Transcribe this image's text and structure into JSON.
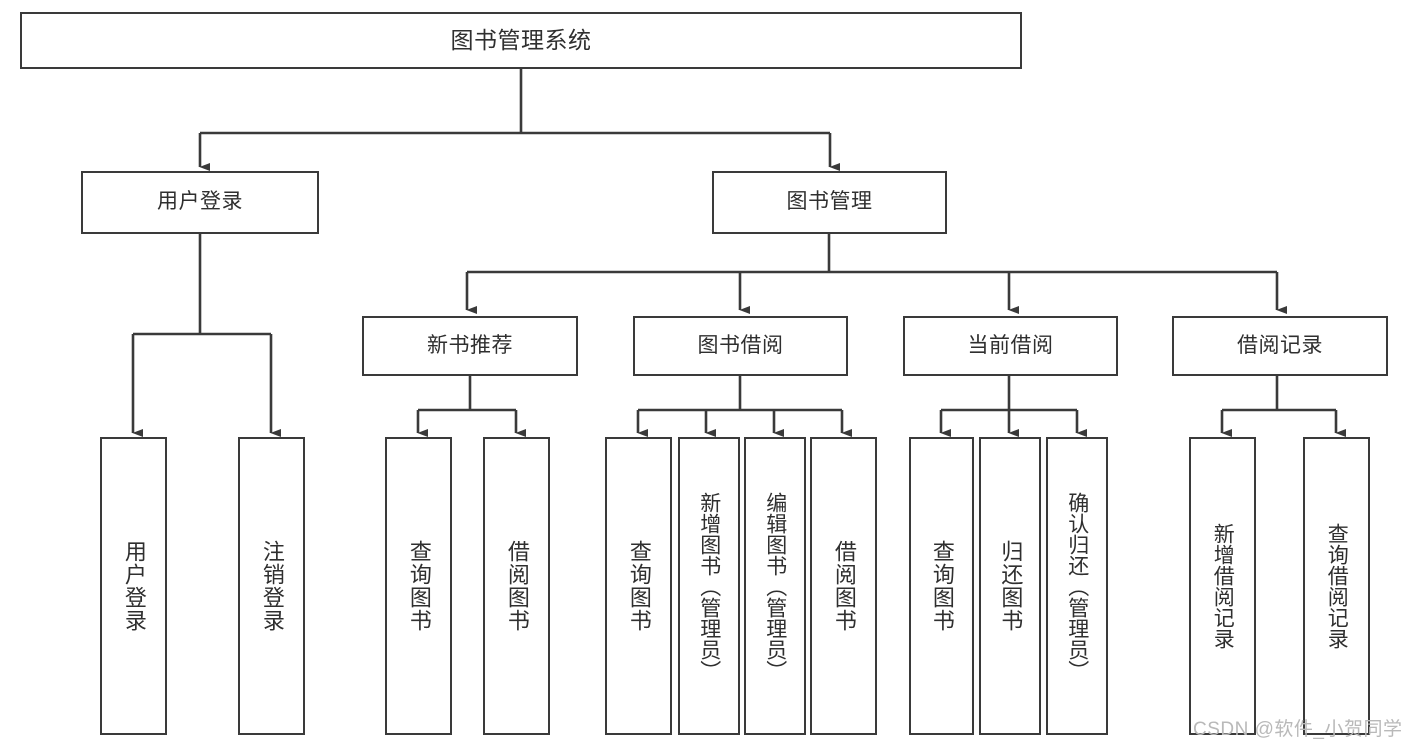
{
  "diagram": {
    "type": "tree-hierarchy-chart",
    "title": "图书管理系统",
    "watermark": "CSDN @软件_小贺同学",
    "colors": {
      "stroke": "#3a3a3a",
      "fill": "#ffffff",
      "text": "#2f2f2f",
      "watermark": "#b9b9b9"
    },
    "nodes": {
      "root": {
        "label": "图书管理系统",
        "level": 0
      },
      "user_login": {
        "label": "用户登录",
        "level": 1
      },
      "book_manage": {
        "label": "图书管理",
        "level": 1
      },
      "new_book_rec": {
        "label": "新书推荐",
        "level": 2
      },
      "book_borrow": {
        "label": "图书借阅",
        "level": 2
      },
      "current_borrow": {
        "label": "当前借阅",
        "level": 2
      },
      "borrow_record": {
        "label": "借阅记录",
        "level": 2
      },
      "leaf_user_login": {
        "label": "用户登录",
        "level": 3
      },
      "leaf_logout": {
        "label": "注销登录",
        "level": 3
      },
      "leaf_query_book_1": {
        "label": "查询图书",
        "level": 3
      },
      "leaf_borrow_book_1": {
        "label": "借阅图书",
        "level": 3
      },
      "leaf_query_book_2": {
        "label": "查询图书",
        "level": 3
      },
      "leaf_add_book": {
        "label": "新增图书（管理员）",
        "level": 3
      },
      "leaf_edit_book": {
        "label": "编辑图书（管理员）",
        "level": 3
      },
      "leaf_borrow_book_2": {
        "label": "借阅图书",
        "level": 3
      },
      "leaf_query_book_3": {
        "label": "查询图书",
        "level": 3
      },
      "leaf_return_book": {
        "label": "归还图书",
        "level": 3
      },
      "leaf_confirm_return": {
        "label": "确认归还（管理员）",
        "level": 3
      },
      "leaf_add_record": {
        "label": "新增借阅记录",
        "level": 3
      },
      "leaf_query_record": {
        "label": "查询借阅记录",
        "level": 3
      }
    },
    "edges": [
      {
        "from": "root",
        "to": "user_login"
      },
      {
        "from": "root",
        "to": "book_manage"
      },
      {
        "from": "book_manage",
        "to": "new_book_rec"
      },
      {
        "from": "book_manage",
        "to": "book_borrow"
      },
      {
        "from": "book_manage",
        "to": "current_borrow"
      },
      {
        "from": "book_manage",
        "to": "borrow_record"
      },
      {
        "from": "user_login",
        "to": "leaf_user_login"
      },
      {
        "from": "user_login",
        "to": "leaf_logout"
      },
      {
        "from": "new_book_rec",
        "to": "leaf_query_book_1"
      },
      {
        "from": "new_book_rec",
        "to": "leaf_borrow_book_1"
      },
      {
        "from": "book_borrow",
        "to": "leaf_query_book_2"
      },
      {
        "from": "book_borrow",
        "to": "leaf_add_book"
      },
      {
        "from": "book_borrow",
        "to": "leaf_edit_book"
      },
      {
        "from": "book_borrow",
        "to": "leaf_borrow_book_2"
      },
      {
        "from": "current_borrow",
        "to": "leaf_query_book_3"
      },
      {
        "from": "current_borrow",
        "to": "leaf_return_book"
      },
      {
        "from": "current_borrow",
        "to": "leaf_confirm_return"
      },
      {
        "from": "borrow_record",
        "to": "leaf_add_record"
      },
      {
        "from": "borrow_record",
        "to": "leaf_query_record"
      }
    ]
  }
}
